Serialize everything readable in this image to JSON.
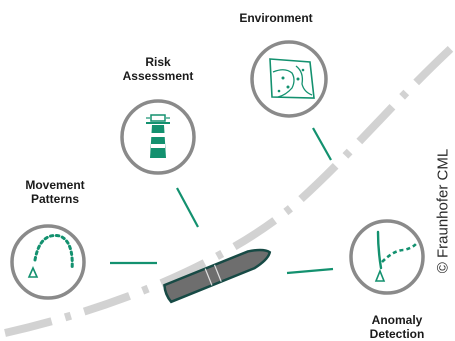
{
  "nodes": {
    "environment": {
      "label": "Environment",
      "icon": "nautical-chart-icon"
    },
    "risk_assessment": {
      "label": "Risk\nAssessment",
      "icon": "lighthouse-icon"
    },
    "movement_patterns": {
      "label": "Movement\nPatterns",
      "icon": "dotted-trajectory-icon"
    },
    "anomaly_detection": {
      "label": "Anomaly\nDetection",
      "icon": "branching-route-icon"
    }
  },
  "center": {
    "icon": "ship-icon"
  },
  "copyright": "© Fraunhofer CML",
  "colors": {
    "accent_green": "#13916f",
    "circle_ring": "#8a8a8a",
    "route_dash": "#d2d2d2",
    "ship_hull": "#6e6e6e",
    "ship_outline": "#174a45",
    "text": "#1a1a1a"
  }
}
